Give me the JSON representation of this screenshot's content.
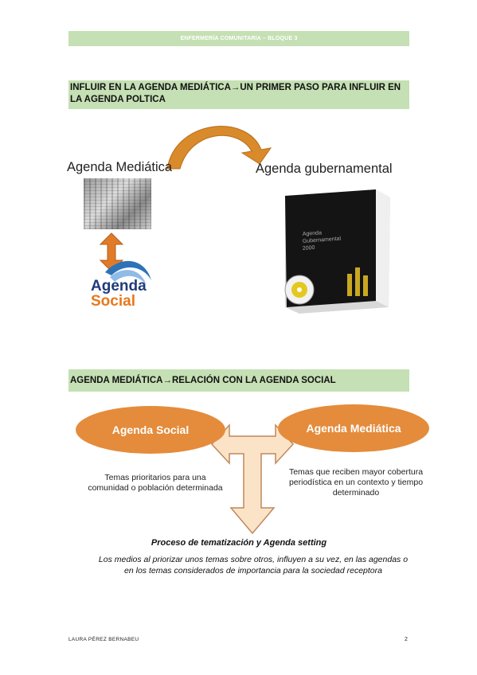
{
  "header": {
    "title": "ENFERMERÍA COMUNITARIA – BLOQUE 3"
  },
  "section1": {
    "title": "INFLUIR EN LA AGENDA MEDIÁTICA→UN PRIMER PASO PARA INFLUIR EN LA AGENDA POLTICA",
    "label_media": "Agenda Mediática",
    "label_gov": "Agenda gubernamental",
    "logo_line1": "Agenda",
    "logo_line2": "Social",
    "book_text": [
      "Agenda",
      "Gubernamental",
      "2000"
    ]
  },
  "section2": {
    "title": "AGENDA MEDIÁTICA→RELACIÓN CON LA AGENDA SOCIAL",
    "oval_left": "Agenda Social",
    "oval_right": "Agenda Mediática",
    "desc_left": "Temas  prioritarios para una comunidad o población determinada",
    "desc_right": "Temas que reciben mayor cobertura periodística en un contexto  y tiempo determinado",
    "process_title": "Proceso de tematización y Agenda setting",
    "process_body": "Los medios al priorizar unos temas sobre otros, influyen  a su vez, en  las agendas o en los temas considerados de importancia para la sociedad receptora"
  },
  "footer": {
    "author": "LAURA PÉREZ BERNABEU",
    "page": "2"
  },
  "colors": {
    "header_bar": "#c5e0b4",
    "accent_orange": "#e48c3c",
    "arrow_fill": "#fbe3c8",
    "logo_blue": "#213a79"
  }
}
